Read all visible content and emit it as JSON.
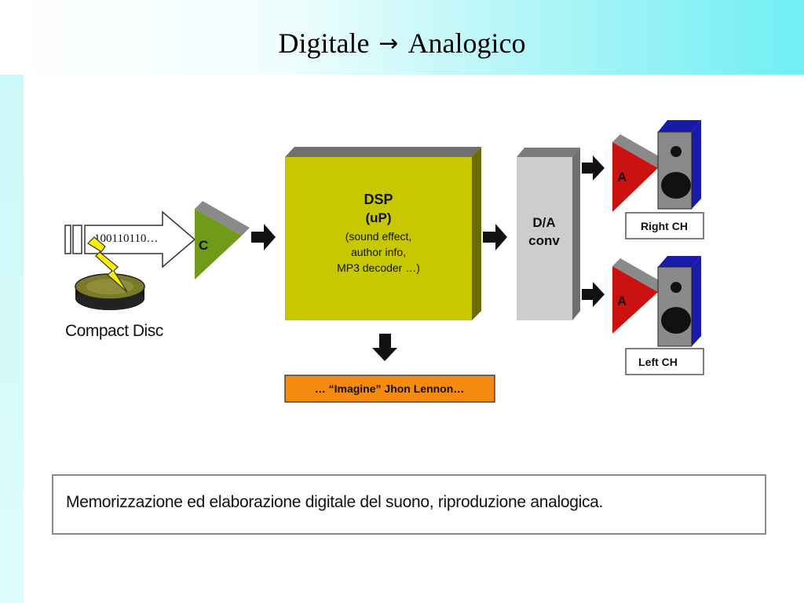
{
  "slide": {
    "title_left": "Digitale",
    "title_arrow": "→",
    "title_right": "Analogico"
  },
  "diagram": {
    "bits": "100110110…",
    "cd_label": "Compact Disc",
    "converter_label": "C",
    "dsp": {
      "line1": "DSP",
      "line2": "(uP)",
      "line3": "(sound effect,",
      "line4": "author info,",
      "line5": "MP3 decoder …)"
    },
    "dac": {
      "line1": "D/A",
      "line2": "conv"
    },
    "amp_right": "A",
    "amp_left": "A",
    "right_channel": "Right CH",
    "left_channel": "Left CH",
    "metadata": "… “Imagine” Jhon Lennon…"
  },
  "caption": "Memorizzazione ed elaborazione digitale del suono, riproduzione analogica.",
  "colors": {
    "dsp": "#c8c800",
    "converter": "#6f9a1a",
    "dac": "#cdcdcd",
    "amplifier": "#cc1111",
    "speaker_side": "#1a1aa8",
    "metadata_box": "#f58a10",
    "lightning": "#ffee00"
  }
}
